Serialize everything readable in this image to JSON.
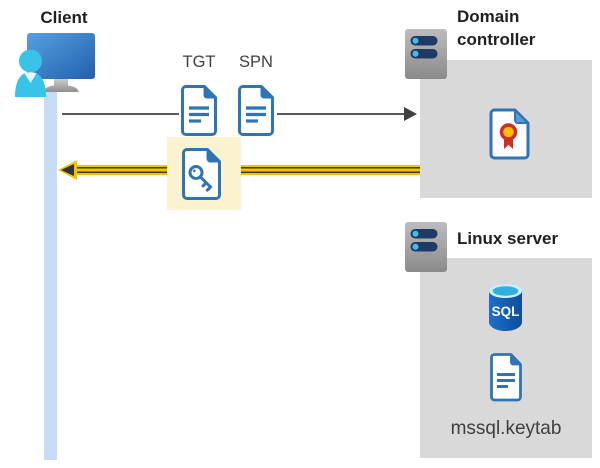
{
  "colors": {
    "accent_yellow": "#f2c400",
    "box_gray": "#d9d9d9",
    "highlight_yellow": "#fbf3d0",
    "arrow_gray": "#595959",
    "doc_blue": "#2e75b6",
    "person_cyan": "#38c3e9",
    "client_bar_blue": "#c5ddf6",
    "title_text": "#1f1f1f",
    "label_text": "#3f3f3f"
  },
  "client": {
    "label": "Client"
  },
  "flow": {
    "tgt_label": "TGT",
    "spn_label": "SPN"
  },
  "domain_controller": {
    "label": "Domain controller"
  },
  "linux_server": {
    "label": "Linux server",
    "sql_label": "SQL",
    "keytab_filename": "mssql.keytab"
  },
  "icons": {
    "client": "monitor-user-icon",
    "server": "server-rack-icon",
    "ticket_document": "document-icon",
    "session_key_document": "document-key-icon",
    "certificate": "certificate-icon",
    "sql_database": "sql-database-icon"
  }
}
